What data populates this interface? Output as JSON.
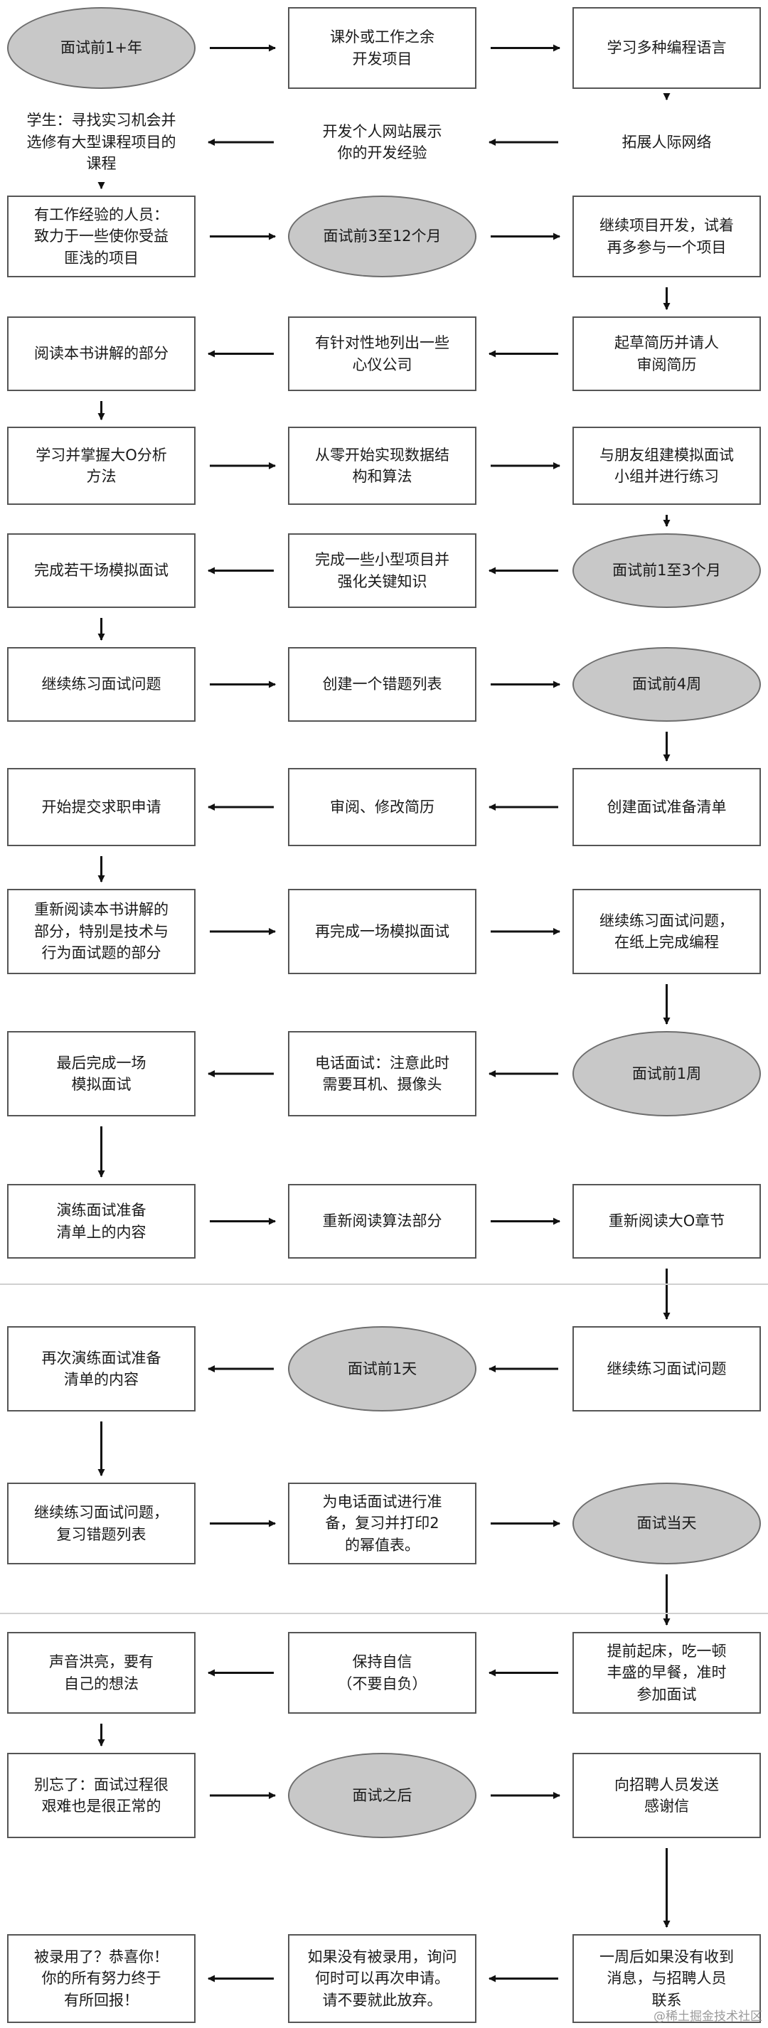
{
  "flow": {
    "nodes": [
      {
        "id": "n1",
        "shape": "ellipse",
        "text": "面试前1+年"
      },
      {
        "id": "n2",
        "shape": "box",
        "text": "课外或工作之余\n开发项目"
      },
      {
        "id": "n3",
        "shape": "box",
        "text": "学习多种编程语言"
      },
      {
        "id": "n4",
        "shape": "plain",
        "text": "学生：寻找实习机会并\n选修有大型课程项目的\n课程"
      },
      {
        "id": "n5",
        "shape": "plain",
        "text": "开发个人网站展示\n你的开发经验"
      },
      {
        "id": "n6",
        "shape": "plain",
        "text": "拓展人际网络"
      },
      {
        "id": "n7",
        "shape": "box",
        "text": "有工作经验的人员：\n致力于一些使你受益\n匪浅的项目"
      },
      {
        "id": "n8",
        "shape": "ellipse",
        "text": "面试前3至12个月"
      },
      {
        "id": "n9",
        "shape": "box",
        "text": "继续项目开发，试着\n再多参与一个项目"
      },
      {
        "id": "n10",
        "shape": "box",
        "text": "阅读本书讲解的部分"
      },
      {
        "id": "n11",
        "shape": "box",
        "text": "有针对性地列出一些\n心仪公司"
      },
      {
        "id": "n12",
        "shape": "box",
        "text": "起草简历并请人\n审阅简历"
      },
      {
        "id": "n13",
        "shape": "box",
        "text": "学习并掌握大O分析\n方法"
      },
      {
        "id": "n14",
        "shape": "box",
        "text": "从零开始实现数据结\n构和算法"
      },
      {
        "id": "n15",
        "shape": "box",
        "text": "与朋友组建模拟面试\n小组并进行练习"
      },
      {
        "id": "n16",
        "shape": "box",
        "text": "完成若干场模拟面试"
      },
      {
        "id": "n17",
        "shape": "box",
        "text": "完成一些小型项目并\n强化关键知识"
      },
      {
        "id": "n18",
        "shape": "ellipse",
        "text": "面试前1至3个月"
      },
      {
        "id": "n19",
        "shape": "box",
        "text": "继续练习面试问题"
      },
      {
        "id": "n20",
        "shape": "box",
        "text": "创建一个错题列表"
      },
      {
        "id": "n21",
        "shape": "ellipse",
        "text": "面试前4周"
      },
      {
        "id": "n22",
        "shape": "box",
        "text": "开始提交求职申请"
      },
      {
        "id": "n23",
        "shape": "box",
        "text": "审阅、修改简历"
      },
      {
        "id": "n24",
        "shape": "box",
        "text": "创建面试准备清单"
      },
      {
        "id": "n25",
        "shape": "box",
        "text": "重新阅读本书讲解的\n部分，特别是技术与\n行为面试题的部分"
      },
      {
        "id": "n26",
        "shape": "box",
        "text": "再完成一场模拟面试"
      },
      {
        "id": "n27",
        "shape": "box",
        "text": "继续练习面试问题，\n在纸上完成编程"
      },
      {
        "id": "n28",
        "shape": "box",
        "text": "最后完成一场\n模拟面试"
      },
      {
        "id": "n29",
        "shape": "box",
        "text": "电话面试：注意此时\n需要耳机、摄像头"
      },
      {
        "id": "n30",
        "shape": "ellipse",
        "text": "面试前1周"
      },
      {
        "id": "n31",
        "shape": "box",
        "text": "演练面试准备\n清单上的内容"
      },
      {
        "id": "n32",
        "shape": "box",
        "text": "重新阅读算法部分"
      },
      {
        "id": "n33",
        "shape": "box",
        "text": "重新阅读大O章节"
      },
      {
        "id": "n34",
        "shape": "box",
        "text": "再次演练面试准备\n清单的内容"
      },
      {
        "id": "n35",
        "shape": "ellipse",
        "text": "面试前1天"
      },
      {
        "id": "n36",
        "shape": "box",
        "text": "继续练习面试问题"
      },
      {
        "id": "n37",
        "shape": "box",
        "text": "继续练习面试问题，\n复习错题列表"
      },
      {
        "id": "n38",
        "shape": "box",
        "text": "为电话面试进行准\n备，复习并打印2\n的幂值表。"
      },
      {
        "id": "n39",
        "shape": "ellipse",
        "text": "面试当天"
      },
      {
        "id": "n40",
        "shape": "box",
        "text": "声音洪亮，要有\n自己的想法"
      },
      {
        "id": "n41",
        "shape": "box",
        "text": "保持自信\n（不要自负）"
      },
      {
        "id": "n42",
        "shape": "box",
        "text": "提前起床，吃一顿\n丰盛的早餐，准时\n参加面试"
      },
      {
        "id": "n43",
        "shape": "box",
        "text": "别忘了：面试过程很\n艰难也是很正常的"
      },
      {
        "id": "n44",
        "shape": "ellipse",
        "text": "面试之后"
      },
      {
        "id": "n45",
        "shape": "box",
        "text": "向招聘人员发送\n感谢信"
      },
      {
        "id": "n46",
        "shape": "box",
        "text": "被录用了？恭喜你！\n你的所有努力终于\n有所回报！"
      },
      {
        "id": "n47",
        "shape": "box",
        "text": "如果没有被录用，询问\n何时可以再次申请。\n请不要就此放弃。"
      },
      {
        "id": "n48",
        "shape": "box",
        "text": "一周后如果没有收到\n消息，与招聘人员\n联系"
      }
    ],
    "edges": [
      [
        "n1",
        "n2"
      ],
      [
        "n2",
        "n3"
      ],
      [
        "n3",
        "n6"
      ],
      [
        "n6",
        "n5"
      ],
      [
        "n5",
        "n4"
      ],
      [
        "n4",
        "n7"
      ],
      [
        "n7",
        "n8"
      ],
      [
        "n8",
        "n9"
      ],
      [
        "n9",
        "n12"
      ],
      [
        "n12",
        "n11"
      ],
      [
        "n11",
        "n10"
      ],
      [
        "n10",
        "n13"
      ],
      [
        "n13",
        "n14"
      ],
      [
        "n14",
        "n15"
      ],
      [
        "n15",
        "n18"
      ],
      [
        "n18",
        "n17"
      ],
      [
        "n17",
        "n16"
      ],
      [
        "n16",
        "n19"
      ],
      [
        "n19",
        "n20"
      ],
      [
        "n20",
        "n21"
      ],
      [
        "n21",
        "n24"
      ],
      [
        "n24",
        "n23"
      ],
      [
        "n23",
        "n22"
      ],
      [
        "n22",
        "n25"
      ],
      [
        "n25",
        "n26"
      ],
      [
        "n26",
        "n27"
      ],
      [
        "n27",
        "n30"
      ],
      [
        "n30",
        "n29"
      ],
      [
        "n29",
        "n28"
      ],
      [
        "n28",
        "n31"
      ],
      [
        "n31",
        "n32"
      ],
      [
        "n32",
        "n33"
      ],
      [
        "n33",
        "n36"
      ],
      [
        "n36",
        "n35"
      ],
      [
        "n35",
        "n34"
      ],
      [
        "n34",
        "n37"
      ],
      [
        "n37",
        "n38"
      ],
      [
        "n38",
        "n39"
      ],
      [
        "n39",
        "n42"
      ],
      [
        "n42",
        "n41"
      ],
      [
        "n41",
        "n40"
      ],
      [
        "n40",
        "n43"
      ],
      [
        "n43",
        "n44"
      ],
      [
        "n44",
        "n45"
      ],
      [
        "n45",
        "n48"
      ],
      [
        "n48",
        "n47"
      ],
      [
        "n47",
        "n46"
      ]
    ]
  },
  "watermark": "@稀土掘金技术社区"
}
